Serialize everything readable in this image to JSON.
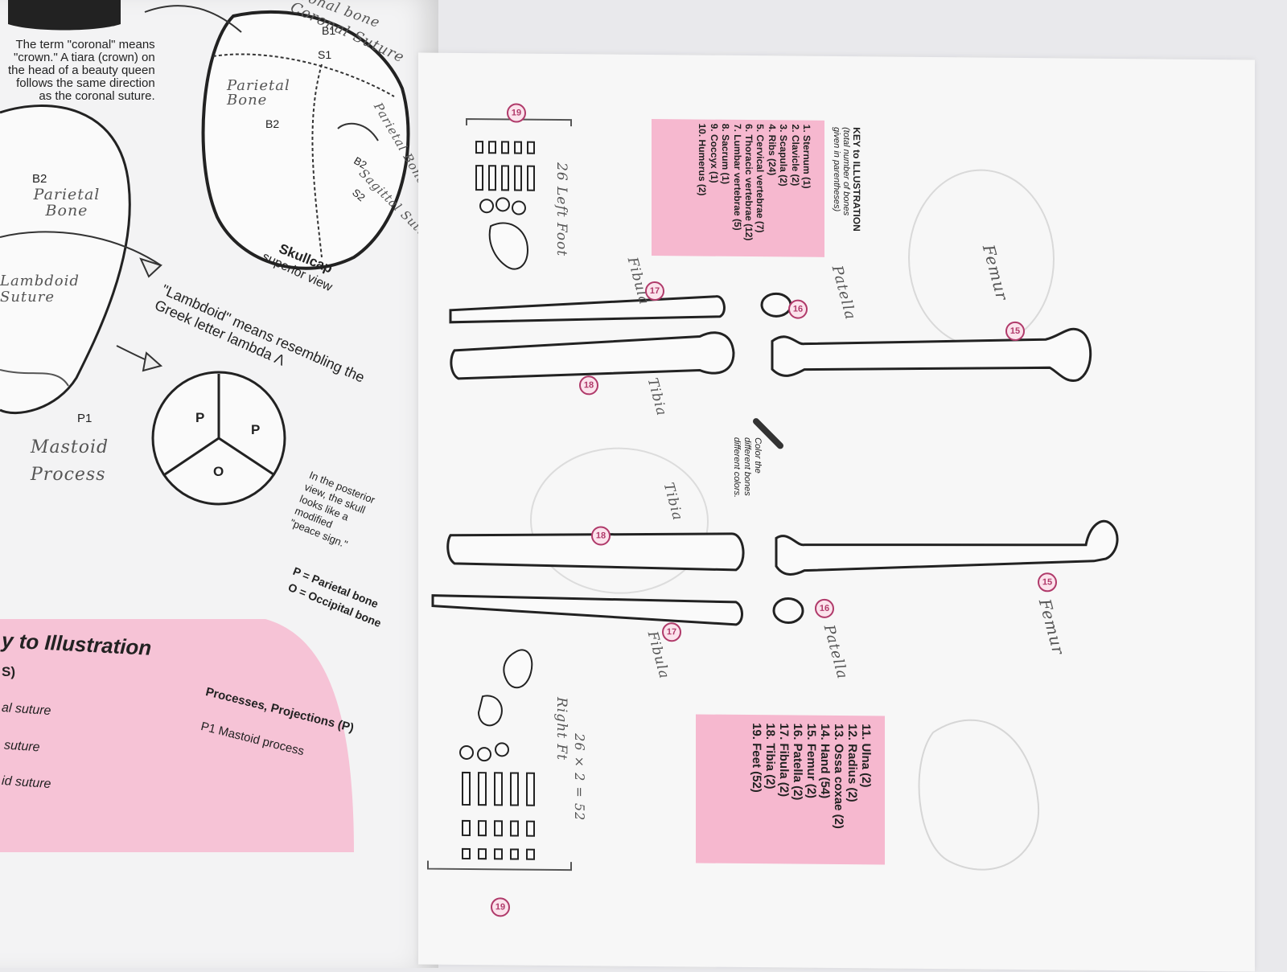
{
  "left_page": {
    "coronal_note": [
      "The term \"coronal\" means",
      "\"crown.\" A tiara (crown) on",
      "the head of a beauty queen",
      "follows the same direction",
      "as the coronal suture."
    ],
    "handwritten": {
      "frontal_bone": "Fronal bone",
      "coronal_suture": "Coronal Suture",
      "parietal_bone_upper": "Parietal Bone",
      "parietal_bone_right": "Parietal Bone",
      "sagittal_suture": "Sagittal Suture",
      "parietal_bone_left": "Parietal Bone",
      "lambdoid_suture": "Lambdoid Suture",
      "mastoid_process": "Mastoid Process"
    },
    "labels": {
      "b1": "B1",
      "s1": "S1",
      "b2_skull": "B2",
      "b2_right": "B2",
      "s2": "S2",
      "b2_left": "B2",
      "p1": "P1"
    },
    "skullcap_title": "Skullcap",
    "skullcap_sub": "superior view",
    "lambdoid_note": [
      "\"Lambdoid\" means resembling the",
      "Greek letter lambda Λ"
    ],
    "peace_sign_letters": [
      "P",
      "P",
      "O"
    ],
    "posterior_note": [
      "In the posterior",
      "view, the skull",
      "looks like a",
      "modified",
      "\"peace sign.\""
    ],
    "legend_p": "P = Parietal bone",
    "legend_o": "O = Occipital bone",
    "key_title": "y to Illustration",
    "key_sub": "S)",
    "sutures": [
      "al suture",
      "suture",
      "id suture"
    ],
    "processes_title": "Processes, Projections (P)",
    "processes_item": "P1  Mastoid process"
  },
  "right_page": {
    "key_title": "KEY to ILLUSTRATION",
    "key_note_1": "(total number of bones",
    "key_note_2": "given in parentheses)",
    "key_items_1": [
      "1. Sternum (1)",
      "2. Clavicle (2)",
      "3. Scapula (2)",
      "4. Ribs (24)",
      "5. Cervical vertebrae (7)",
      "6. Thoracic vertebrae (12)",
      "7. Lumbar vertebrae (5)",
      "8. Sacrum (1)",
      "9. Coccyx (1)",
      "10. Humerus (2)"
    ],
    "key_items_2": [
      "11. Ulna (2)",
      "12. Radius (2)",
      "13. Ossa coxae (2)",
      "14. Hand (54)",
      "15. Femur (2)",
      "16. Patella (2)",
      "17. Fibula (2)",
      "18. Tibia (2)",
      "19. Feet (52)"
    ],
    "color_note": [
      "Color the",
      "different bones",
      "different colors."
    ],
    "handwritten": {
      "left_foot": "26 Left Foot",
      "right_foot": "Right Ft",
      "foot_math": "26 × 2 = 52",
      "femur_top": "Femur",
      "femur_bottom": "Femur",
      "patella_top": "Patella",
      "patella_bottom": "Patella",
      "fibula_top": "Fibula",
      "fibula_bottom": "Fibula",
      "tibia_top": "Tibia",
      "tibia_bottom": "Tibia"
    },
    "markers": {
      "m19_top": "19",
      "m19_bottom": "19",
      "m15_top": "15",
      "m15_bottom": "15",
      "m16_top": "16",
      "m16_bottom": "16",
      "m17_top": "17",
      "m17_bottom": "17",
      "m18_top": "18",
      "m18_bottom": "18"
    }
  },
  "colors": {
    "pink_box": "#f6b8cf",
    "marker": "#b03a6a",
    "ink": "#222222"
  }
}
